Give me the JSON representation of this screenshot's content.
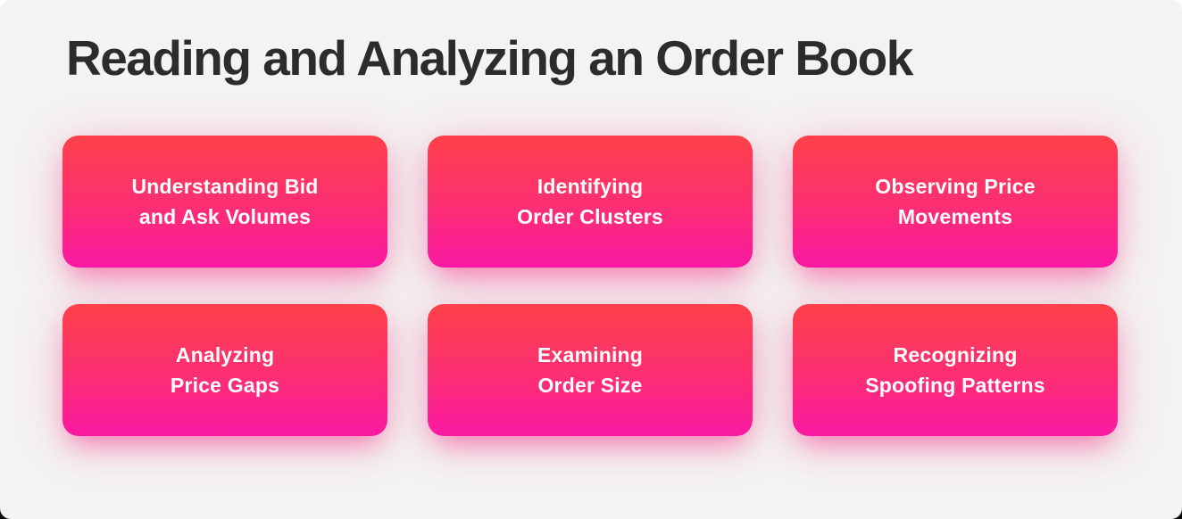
{
  "page": {
    "title": "Reading and Analyzing an Order Book"
  },
  "cards": [
    {
      "line1": "Understanding Bid",
      "line2": "and Ask Volumes"
    },
    {
      "line1": "Identifying",
      "line2": "Order Clusters"
    },
    {
      "line1": "Observing Price",
      "line2": "Movements"
    },
    {
      "line1": "Analyzing",
      "line2": "Price Gaps"
    },
    {
      "line1": "Examining",
      "line2": "Order Size"
    },
    {
      "line1": "Recognizing",
      "line2": "Spoofing Patterns"
    }
  ],
  "colors": {
    "panel_background": "#f4f3f2",
    "page_behind_panel": "#ffffff",
    "title_text": "#2d2c2d",
    "card_gradient_top": "#fe4149",
    "card_gradient_mid": "#fc2e74",
    "card_gradient_bottom": "#fa19a3",
    "card_text": "#ffffff",
    "card_glow": "rgba(248,35,126,0.5)"
  }
}
